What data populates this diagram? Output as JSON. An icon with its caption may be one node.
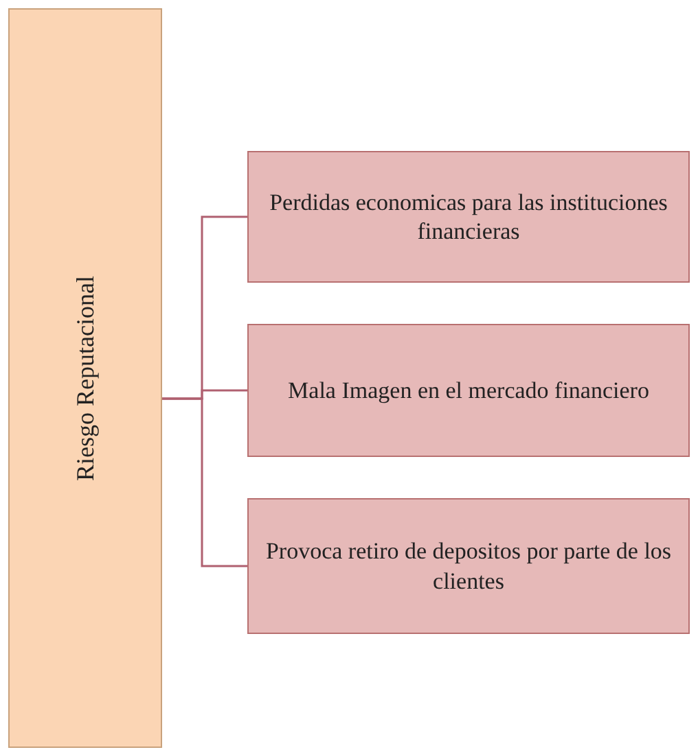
{
  "diagram": {
    "nodes": [
      {
        "text": [
          "Riesgo Reputacional"
        ]
      },
      {
        "text": [
          "Perdidas economicas para las instituciones financieras"
        ]
      },
      {
        "text": [
          "Mala Imagen en el mercado financiero"
        ]
      },
      {
        "text": [
          "Provoca retiro de depositos por parte de los clientes"
        ]
      }
    ],
    "edges": [
      {
        "from": 0,
        "to": 1,
        "arrow": "none"
      },
      {
        "from": 0,
        "to": 2,
        "arrow": "none"
      },
      {
        "from": 0,
        "to": 3,
        "arrow": "none"
      }
    ]
  }
}
